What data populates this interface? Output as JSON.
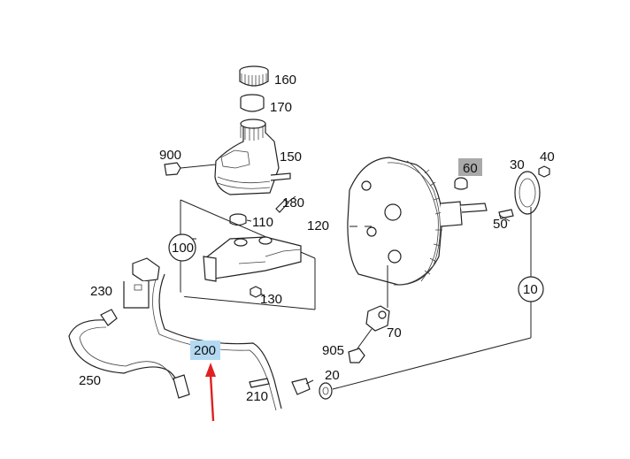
{
  "labels": {
    "p160": "160",
    "p170": "170",
    "p150": "150",
    "p900": "900",
    "p180": "180",
    "p110": "110",
    "p120": "120",
    "p100": "100",
    "p230": "230",
    "p130": "130",
    "p60": "60",
    "p30": "30",
    "p40": "40",
    "p50": "50",
    "p10": "10",
    "p70": "70",
    "p905": "905",
    "p200": "200",
    "p20": "20",
    "p210": "210",
    "p250": "250"
  },
  "highlight": {
    "selected_part": "200",
    "selected_color": "#b3d9f2",
    "greyed_part": "60",
    "greyed_color": "#a9a9a9",
    "arrow_color": "#e02020"
  }
}
